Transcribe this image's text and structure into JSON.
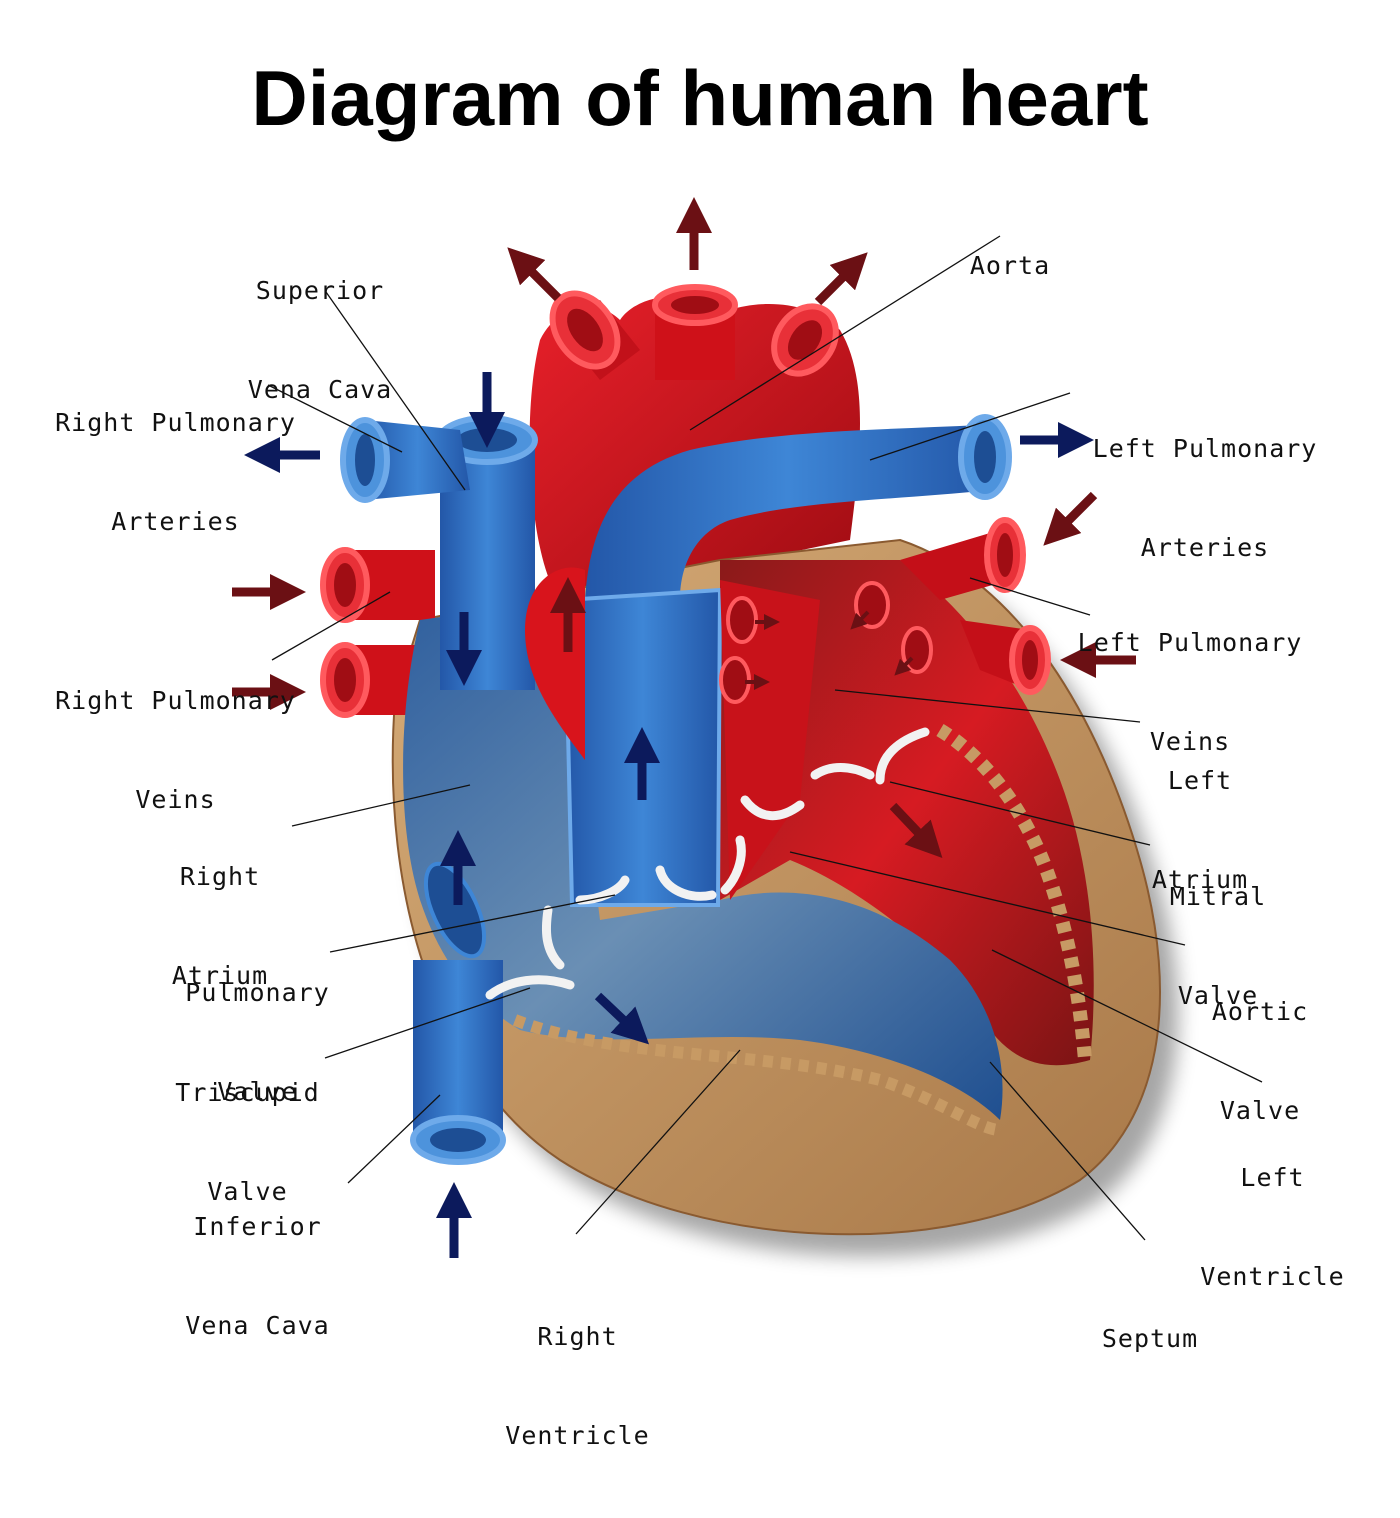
{
  "title": "Diagram of human heart",
  "labels": {
    "superior_vena_cava": [
      "Superior",
      "Vena Cava"
    ],
    "aorta": [
      "Aorta"
    ],
    "right_pulmonary_arteries": [
      "Right Pulmonary",
      "Arteries"
    ],
    "left_pulmonary_arteries": [
      "Left Pulmonary",
      "Arteries"
    ],
    "left_pulmonary_veins": [
      "Left Pulmonary",
      "Veins"
    ],
    "right_pulmonary_veins": [
      "Right Pulmonary",
      "Veins"
    ],
    "left_atrium": [
      "Left",
      "Atrium"
    ],
    "right_atrium": [
      "Right",
      "Atrium"
    ],
    "mitral_valve": [
      "Mitral",
      "Valve"
    ],
    "pulmonary_valve": [
      "Pulmonary",
      "Valve"
    ],
    "aortic_valve": [
      "Aortic",
      "Valve"
    ],
    "triscupid_valve": [
      "Triscupid",
      "Valve"
    ],
    "left_ventricle": [
      "Left",
      "Ventricle"
    ],
    "inferior_vena_cava": [
      "Inferior",
      "Vena Cava"
    ],
    "right_ventricle": [
      "Right",
      "Ventricle"
    ],
    "septum": [
      "Septum"
    ]
  },
  "colors": {
    "oxygenated": "#d4101c",
    "deoxygenated": "#2f6fc0",
    "muscle": "#c79a64",
    "arrow_red": "#6b1014",
    "arrow_blue": "#0c1a5c"
  }
}
